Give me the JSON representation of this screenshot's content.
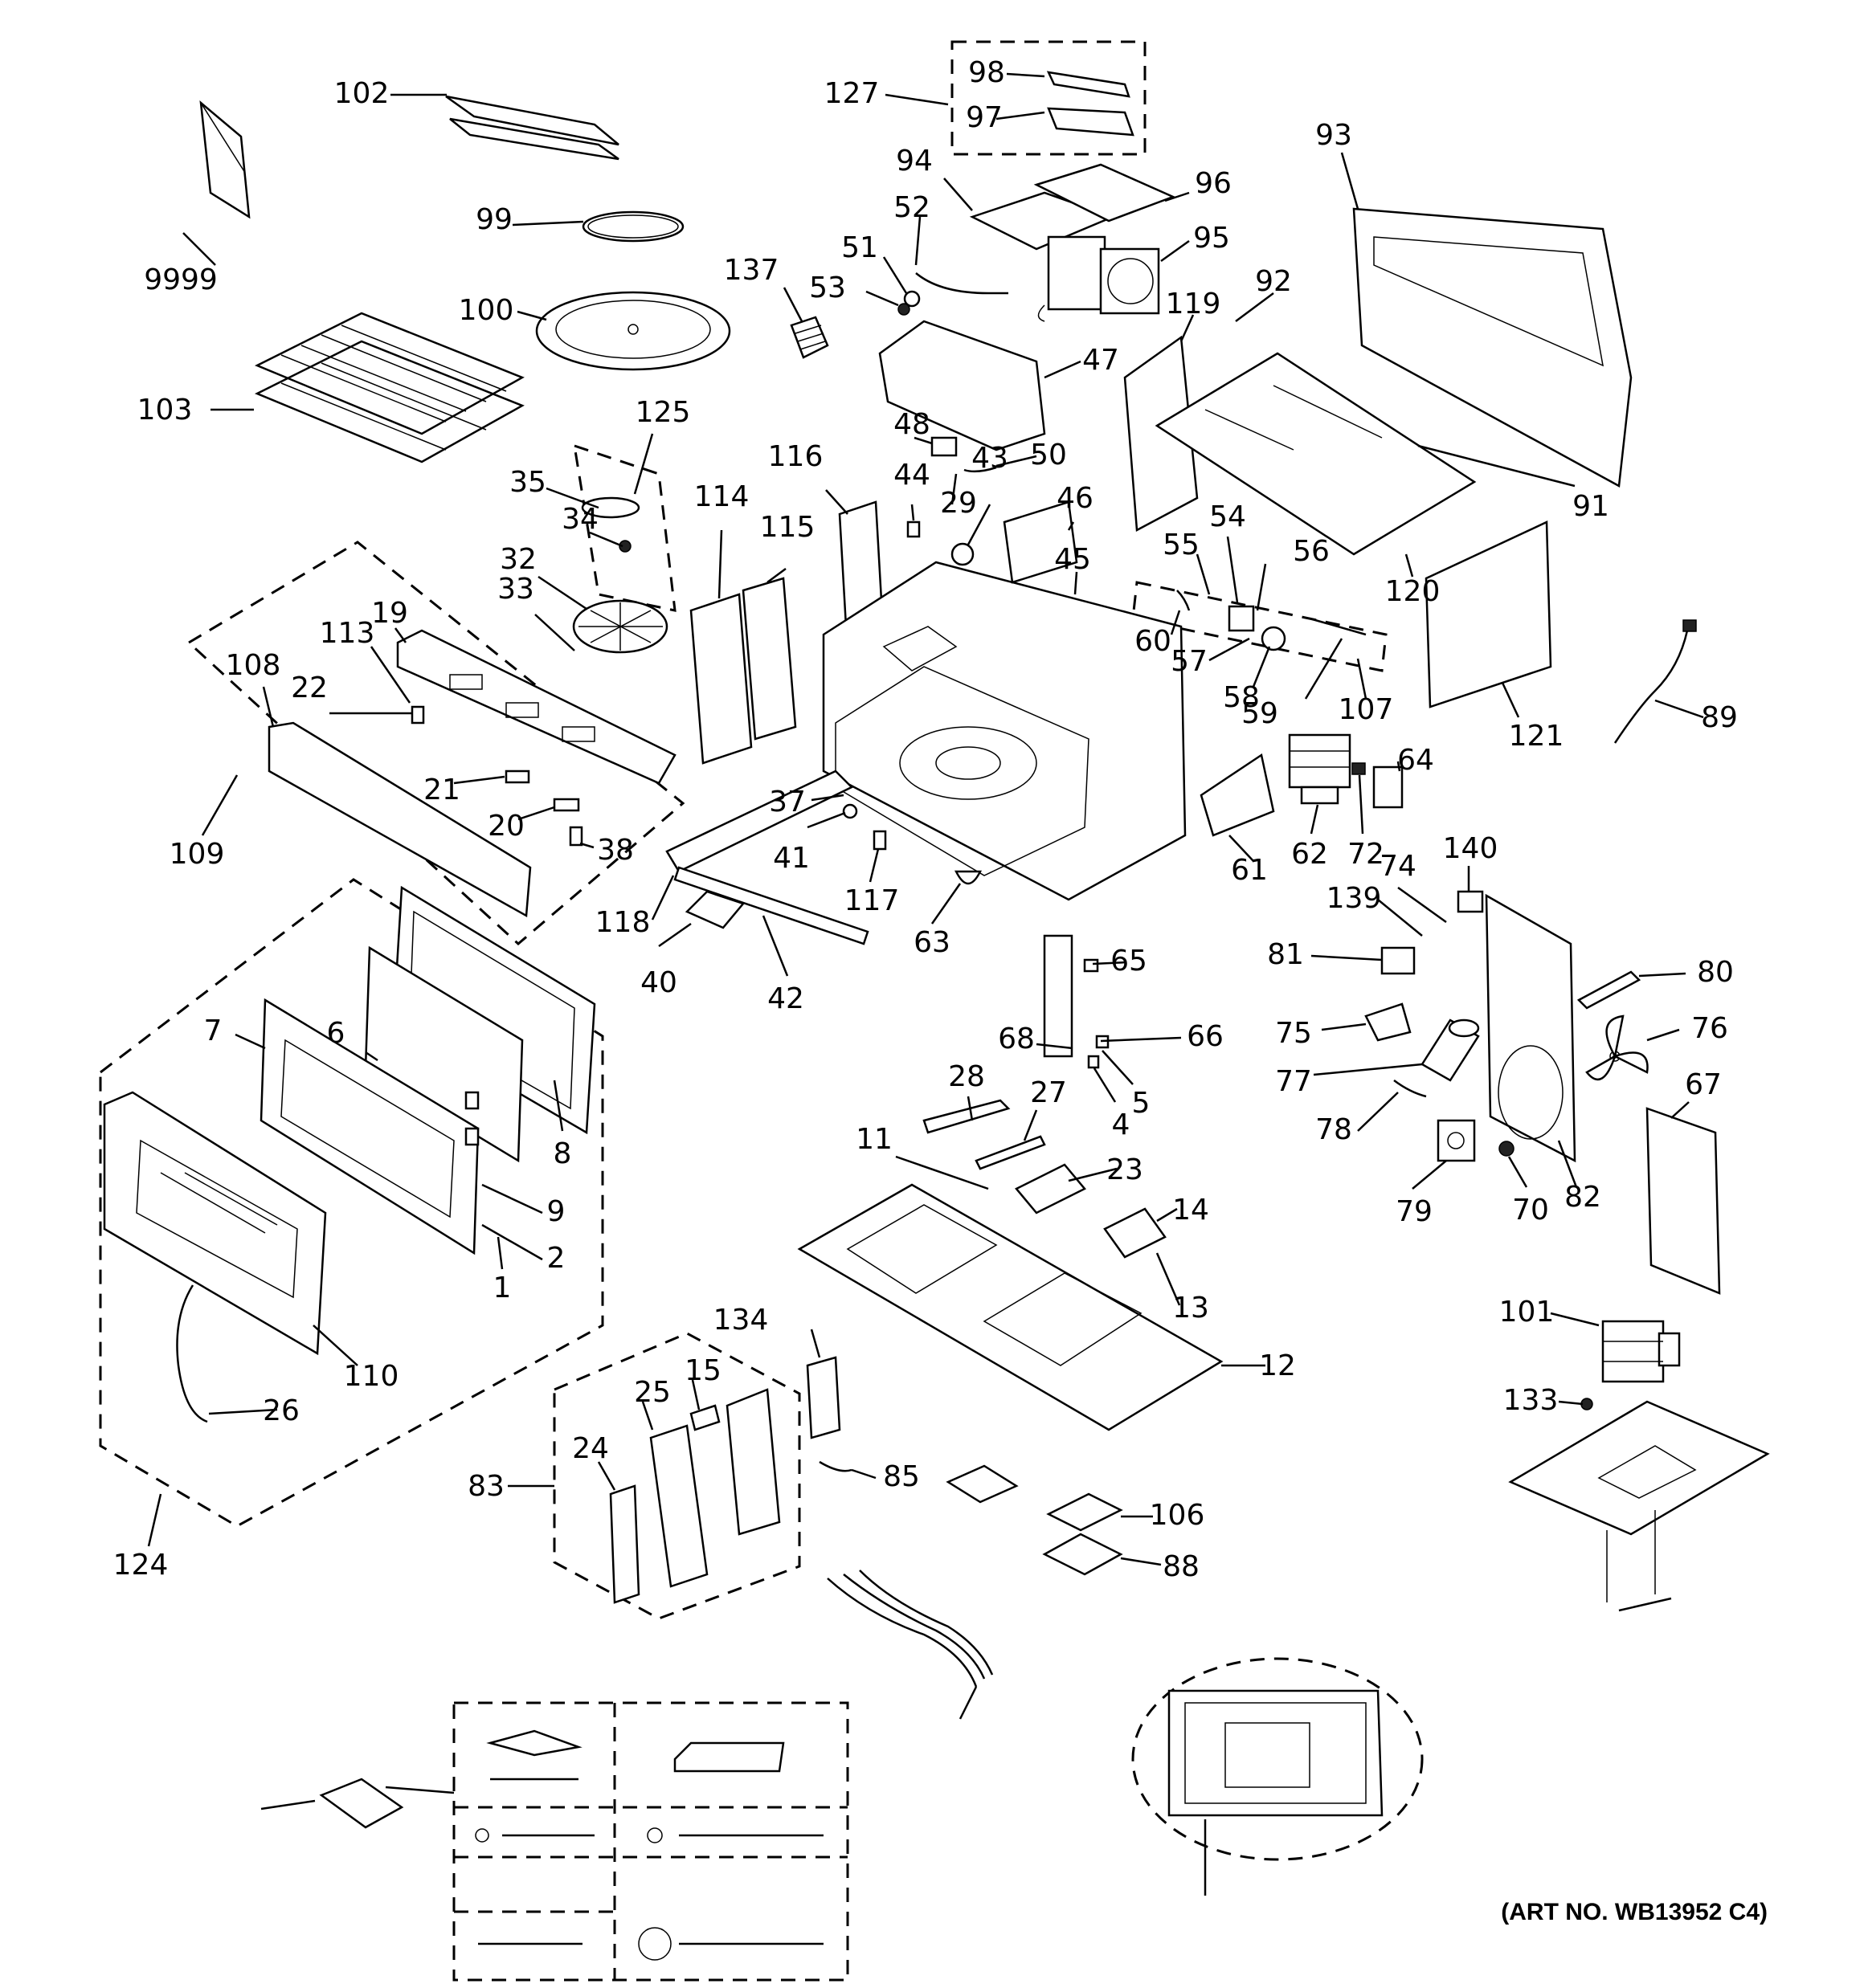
{
  "diagram": {
    "art_number": "(ART NO. WB13952 C4)",
    "callouts": [
      "9999",
      "102",
      "99",
      "100",
      "103",
      "127",
      "98",
      "97",
      "94",
      "96",
      "95",
      "52",
      "51",
      "53",
      "137",
      "47",
      "93",
      "92",
      "119",
      "91",
      "120",
      "121",
      "89",
      "125",
      "35",
      "34",
      "32",
      "33",
      "114",
      "115",
      "116",
      "48",
      "50",
      "44",
      "43",
      "29",
      "46",
      "45",
      "55",
      "54",
      "56",
      "60",
      "57",
      "58",
      "59",
      "107",
      "19",
      "113",
      "22",
      "108",
      "109",
      "21",
      "20",
      "38",
      "37",
      "41",
      "117",
      "118",
      "40",
      "42",
      "63",
      "64",
      "61",
      "62",
      "72",
      "140",
      "74",
      "139",
      "81",
      "80",
      "76",
      "75",
      "77",
      "78",
      "79",
      "70",
      "82",
      "67",
      "65",
      "68",
      "66",
      "5",
      "4",
      "6",
      "7",
      "8",
      "9",
      "2",
      "1",
      "110",
      "26",
      "124",
      "28",
      "27",
      "23",
      "14",
      "13",
      "12",
      "11",
      "134",
      "15",
      "25",
      "24",
      "83",
      "85",
      "106",
      "88",
      "101",
      "133"
    ]
  }
}
